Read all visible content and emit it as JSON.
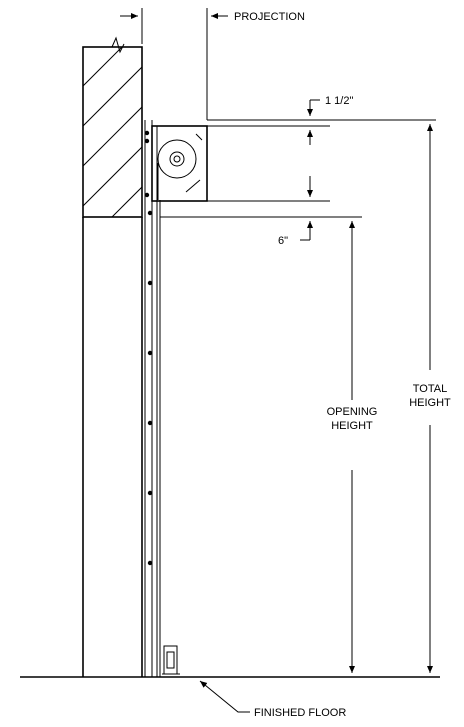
{
  "labels": {
    "projection": "PROJECTION",
    "top_clearance": "1 1/2\"",
    "header_clearance": "6\"",
    "total_height_line1": "TOTAL",
    "total_height_line2": "HEIGHT",
    "opening_height_line1": "OPENING",
    "opening_height_line2": "HEIGHT",
    "finished_floor": "FINISHED FLOOR"
  },
  "colors": {
    "line": "#000000",
    "background": "#ffffff"
  }
}
